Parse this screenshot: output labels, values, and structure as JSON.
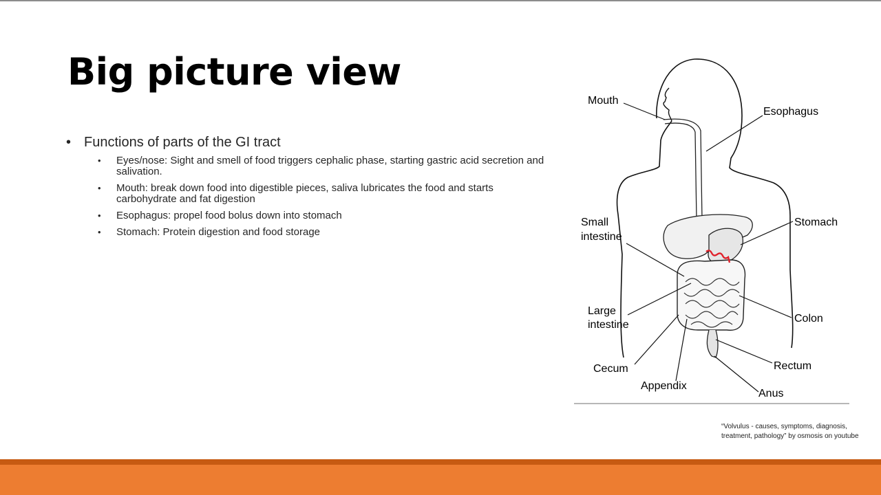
{
  "slide": {
    "title": "Big picture view",
    "bullet": "Functions of parts of the GI tract",
    "sub_bullets": [
      "Eyes/nose: Sight and smell of food triggers cephalic phase, starting gastric acid secretion and salivation.",
      "Mouth: break down food into digestible pieces, saliva lubricates the food and starts carbohydrate and fat digestion",
      "Esophagus: propel food bolus down into stomach",
      "Stomach: Protein digestion and food storage"
    ]
  },
  "diagram": {
    "labels": {
      "mouth": "Mouth",
      "esophagus": "Esophagus",
      "small_intestine_1": "Small",
      "small_intestine_2": "intestine",
      "stomach": "Stomach",
      "large_intestine_1": "Large",
      "large_intestine_2": "intestine",
      "colon": "Colon",
      "cecum": "Cecum",
      "rectum": "Rectum",
      "appendix": "Appendix",
      "anus": "Anus"
    },
    "highlight_color": "#e0202a"
  },
  "credit": {
    "line1": "“Volvulus - causes, symptoms, diagnosis,",
    "line2": "treatment, pathology” by osmosis on youtube"
  },
  "colors": {
    "footer_bar": "#ed7d31",
    "footer_line": "#c65a12"
  }
}
